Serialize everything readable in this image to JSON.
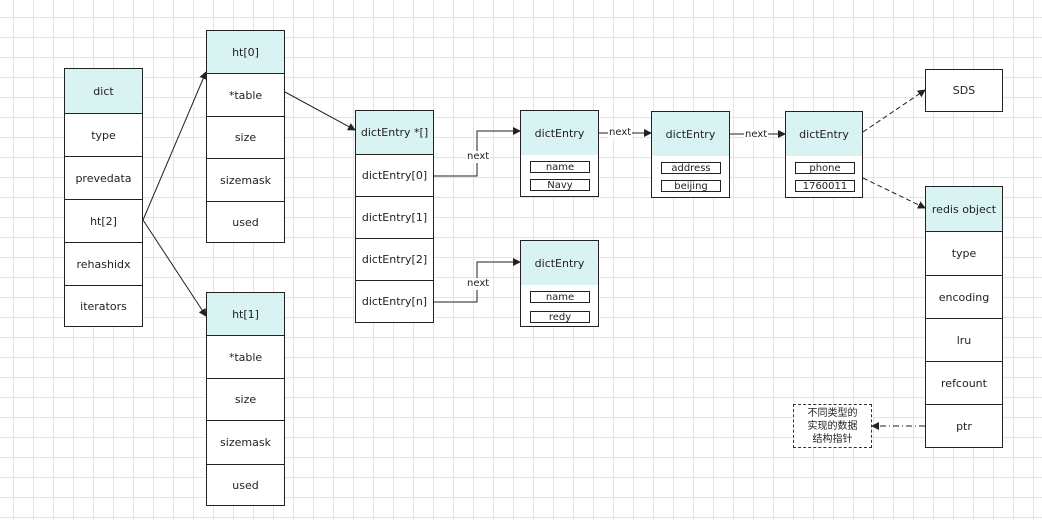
{
  "dict": {
    "title": "dict",
    "fields": [
      "type",
      "prevedata",
      "ht[2]",
      "rehashidx",
      "iterators"
    ]
  },
  "ht0": {
    "title": "ht[0]",
    "fields": [
      "*table",
      "size",
      "sizemask",
      "used"
    ]
  },
  "ht1": {
    "title": "ht[1]",
    "fields": [
      "*table",
      "size",
      "sizemask",
      "used"
    ]
  },
  "table": {
    "title": "dictEntry *[]",
    "slots": [
      "dictEntry[0]",
      "dictEntry[1]",
      "dictEntry[2]",
      "dictEntry[n]"
    ]
  },
  "entries": [
    {
      "title": "dictEntry",
      "key": "name",
      "value": "Navy"
    },
    {
      "title": "dictEntry",
      "key": "address",
      "value": "beijing"
    },
    {
      "title": "dictEntry",
      "key": "phone",
      "value": "1760011"
    },
    {
      "title": "dictEntry",
      "key": "name",
      "value": "redy"
    }
  ],
  "sds": {
    "label": "SDS"
  },
  "redis_object": {
    "title": "redis object",
    "fields": [
      "type",
      "encoding",
      "lru",
      "refcount",
      "ptr"
    ]
  },
  "note": {
    "lines": [
      "不同类型的",
      "实现的数据",
      "结构指针"
    ]
  },
  "edge_labels": {
    "next": "next"
  },
  "colors": {
    "header_fill": "#d8f3f1",
    "stroke": "#222222",
    "grid": "#e4e4e4"
  }
}
